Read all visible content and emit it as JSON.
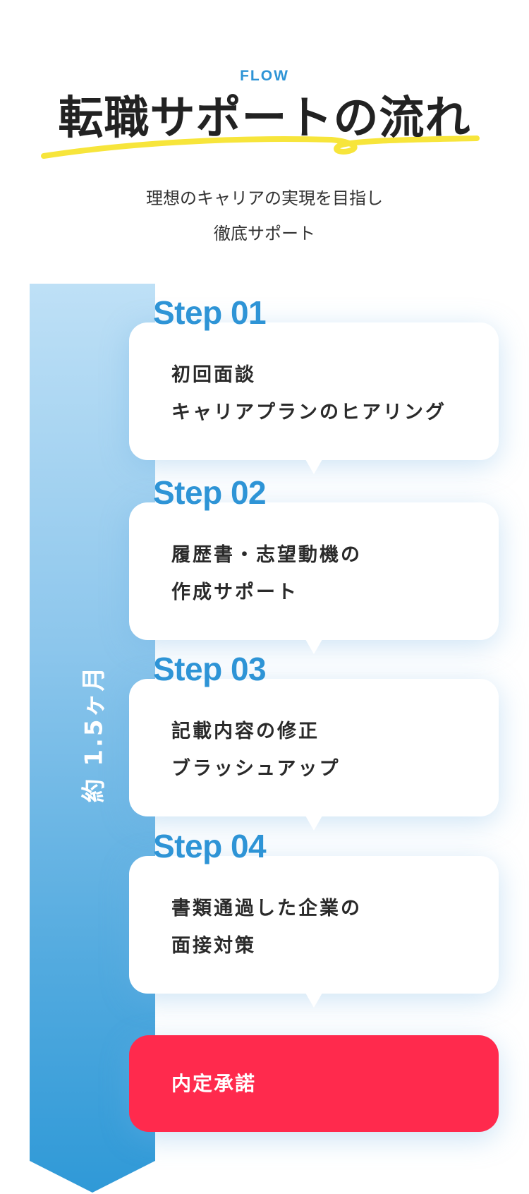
{
  "header": {
    "eyebrow": "FLOW",
    "title": "転職サポートの流れ",
    "subtitle_lines": [
      "理想のキャリアの実現を目指し",
      "徹底サポート"
    ]
  },
  "timeline": {
    "duration_label": "約 1.5ヶ月",
    "colors": {
      "bar_top": "#bee0f6",
      "bar_bottom": "#2f99d7",
      "step_label": "#2e94d6",
      "final_card": "#ff2a4d",
      "underline": "#f7e53b"
    }
  },
  "steps": [
    {
      "label": "Step 01",
      "lines": [
        "初回面談",
        "キャリアプランのヒアリング"
      ]
    },
    {
      "label": "Step 02",
      "lines": [
        "履歴書・志望動機の",
        "作成サポート"
      ]
    },
    {
      "label": "Step 03",
      "lines": [
        "記載内容の修正",
        "ブラッシュアップ"
      ]
    },
    {
      "label": "Step 04",
      "lines": [
        "書類通過した企業の",
        "面接対策"
      ]
    }
  ],
  "final": {
    "label": "内定承諾"
  }
}
